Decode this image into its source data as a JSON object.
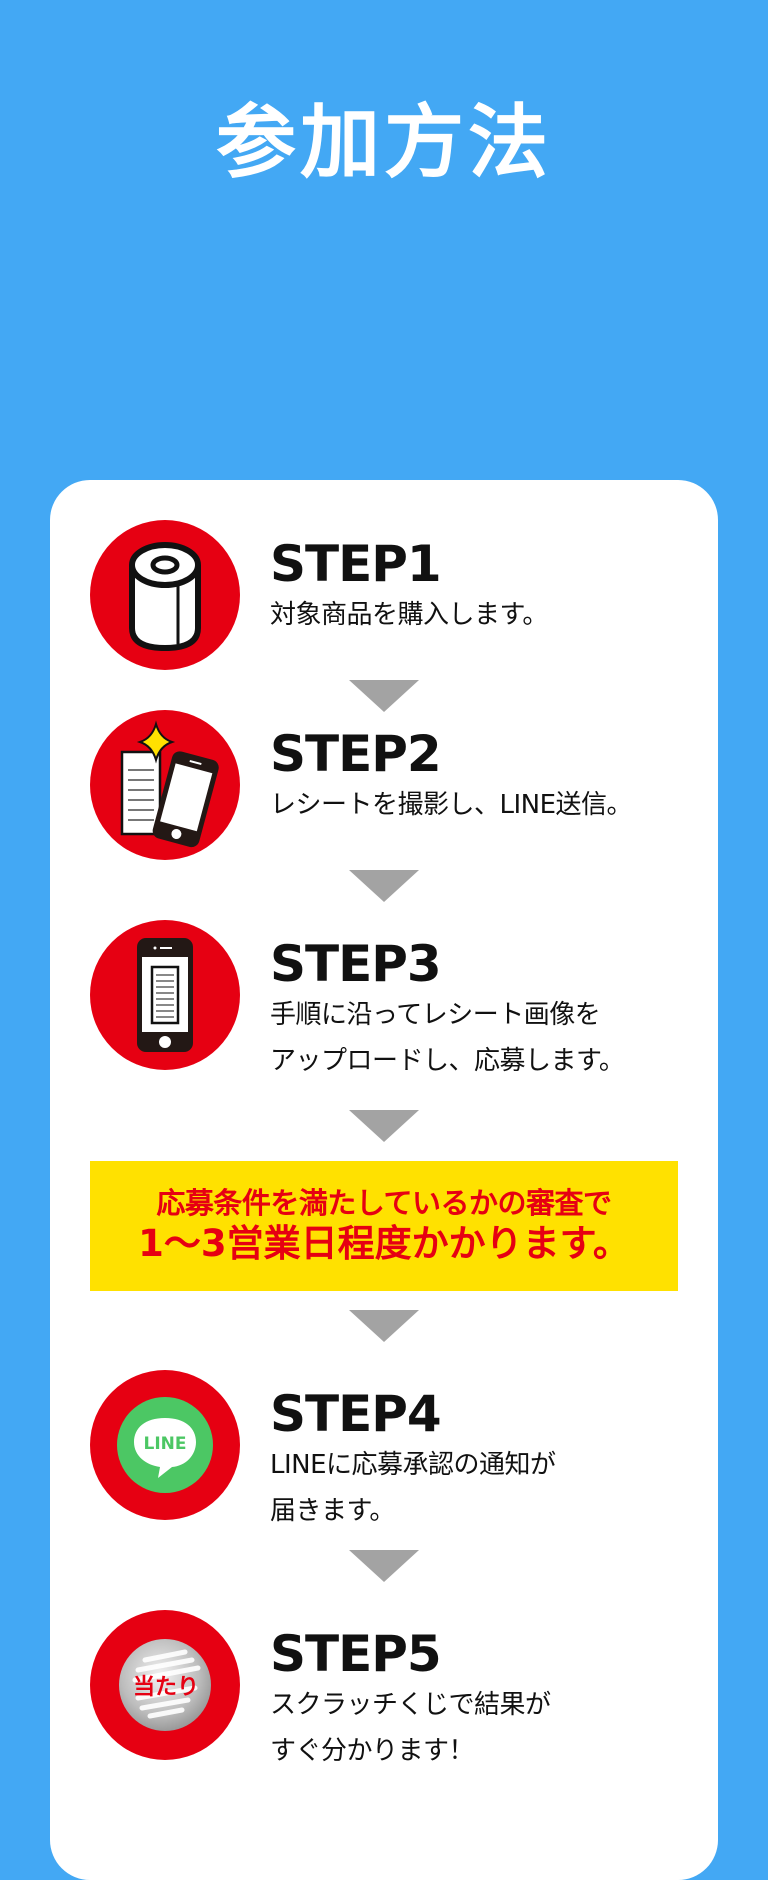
{
  "header": {
    "title": "参加方法"
  },
  "colors": {
    "background": "#43a8f4",
    "card": "#ffffff",
    "icon_circle": "#e60012",
    "arrow": "#a3a3a3",
    "notice_bg": "#ffe100",
    "notice_text": "#e60012",
    "line_green": "#4cc764"
  },
  "steps": [
    {
      "title": "STEP1",
      "description": "対象商品を購入します。",
      "icon": "toilet-paper-roll-icon"
    },
    {
      "title": "STEP2",
      "description": "レシートを撮影し、LINE送信。",
      "icon": "receipt-phone-camera-icon"
    },
    {
      "title": "STEP3",
      "description": "手順に沿ってレシート画像を\nアップロードし、応募します。",
      "icon": "phone-upload-receipt-icon"
    },
    {
      "title": "STEP4",
      "description": "LINEに応募承認の通知が\n届きます。",
      "icon": "line-app-icon",
      "icon_label": "LINE"
    },
    {
      "title": "STEP5",
      "description": "スクラッチくじで結果が\nすぐ分かります！",
      "icon": "scratch-lottery-icon",
      "icon_label": "当たり"
    }
  ],
  "notice": {
    "line1": "応募条件を満たしているかの審査で",
    "line2": "1〜3営業日程度かかります。"
  }
}
